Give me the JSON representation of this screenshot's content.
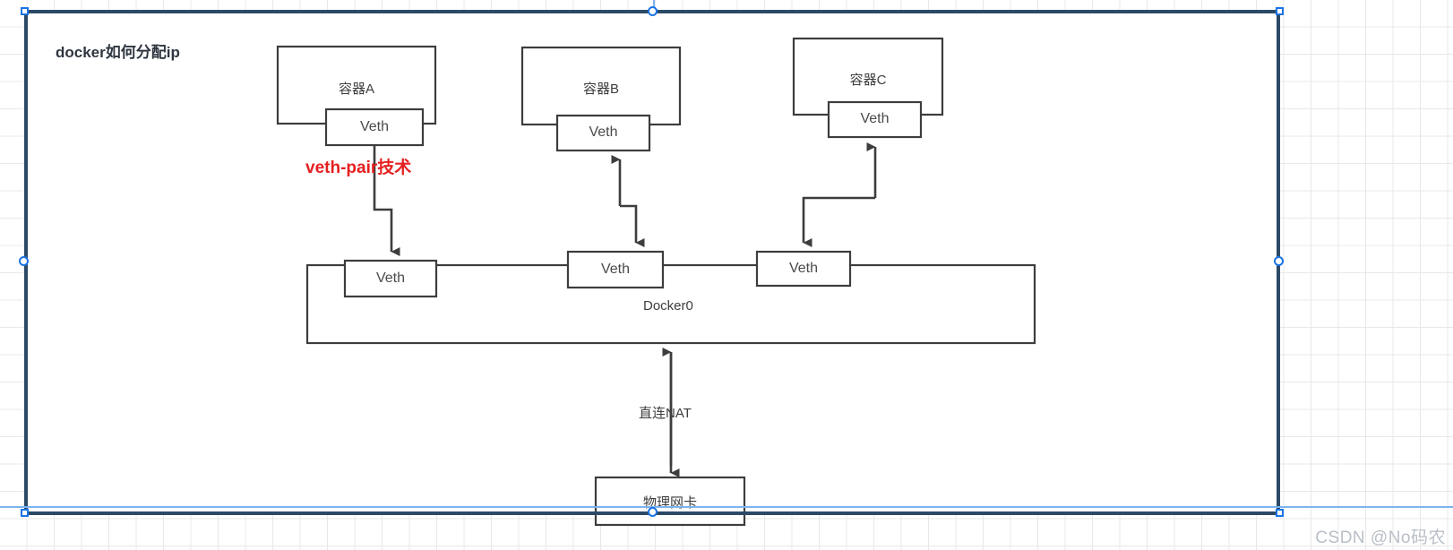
{
  "page": {
    "title": "docker如何分配ip",
    "watermark": "CSDN @No码农",
    "accent_red": "#e52020",
    "stroke_color": "#3d3d3d",
    "selection_color": "#2c4a66",
    "handle_color": "#1b74e4"
  },
  "diagram": {
    "type": "network-topology",
    "containers": [
      {
        "id": "container-a",
        "label": "容器A",
        "veth_label": "Veth"
      },
      {
        "id": "container-b",
        "label": "容器B",
        "veth_label": "Veth"
      },
      {
        "id": "container-c",
        "label": "容器C",
        "veth_label": "Veth"
      }
    ],
    "bridge": {
      "label": "Docker0",
      "veths": [
        {
          "id": "bridge-veth-1",
          "label": "Veth"
        },
        {
          "id": "bridge-veth-2",
          "label": "Veth"
        },
        {
          "id": "bridge-veth-3",
          "label": "Veth"
        }
      ]
    },
    "annotations": [
      {
        "id": "veth-pair-note",
        "text": "veth-pair技术",
        "color": "#e52020"
      },
      {
        "id": "nat-link-label",
        "text": "直连NAT"
      }
    ],
    "physical_nic": {
      "label": "物理网卡"
    }
  }
}
